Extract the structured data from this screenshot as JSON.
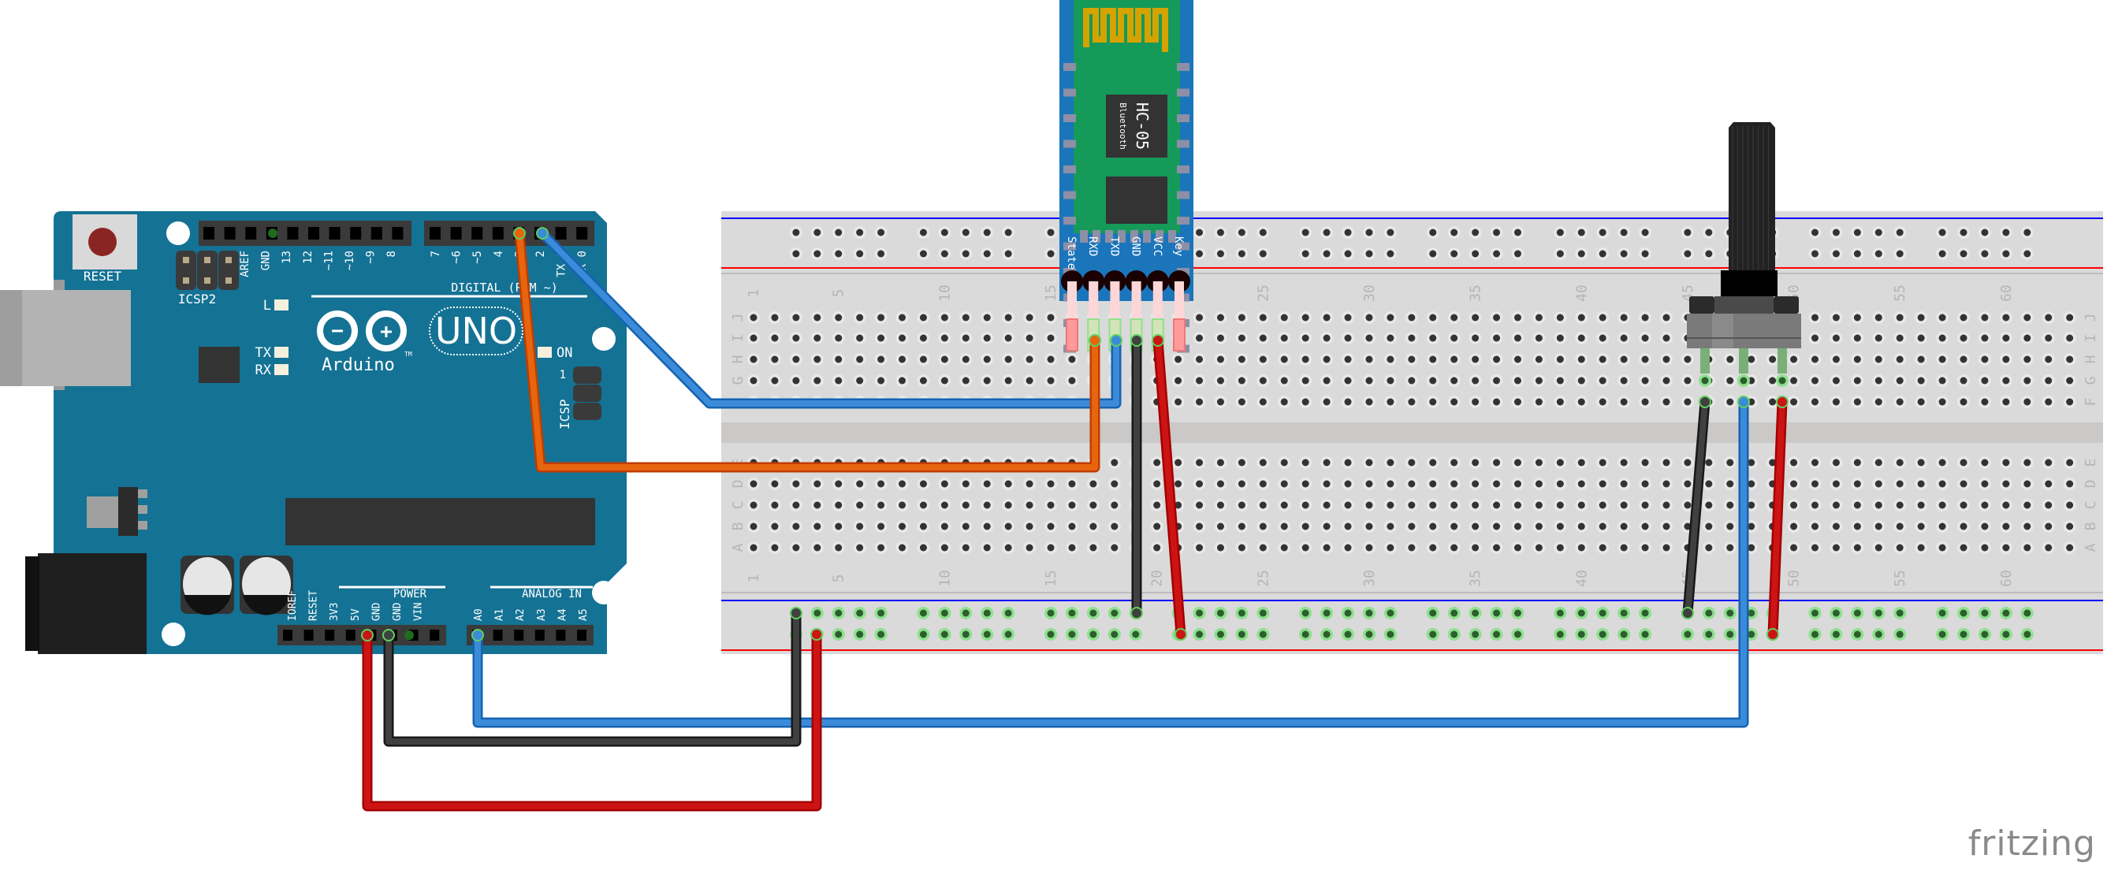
{
  "app": {
    "watermark": "fritzing"
  },
  "arduino": {
    "model_label": "UNO",
    "brand_label": "Arduino",
    "tm": "TM",
    "reset_label": "RESET",
    "icsp2_label": "ICSP2",
    "icsp_label": "ICSP",
    "icsp_pin1": "1",
    "led_labels": {
      "l": "L",
      "tx": "TX",
      "rx": "RX",
      "on": "ON"
    },
    "digital_label": "DIGITAL (PWM ~)",
    "power_label": "POWER",
    "analog_label": "ANALOG IN",
    "digital_pins_left": [
      "AREF",
      "GND",
      "13",
      "12",
      "~11",
      "~10",
      "~9",
      "8"
    ],
    "digital_pins_right": [
      "7",
      "~6",
      "~5",
      "4",
      "~3",
      "2",
      "TX 1",
      "RX 0"
    ],
    "power_pins": [
      "IOREF",
      "RESET",
      "3V3",
      "5V",
      "GND",
      "GND",
      "VIN"
    ],
    "analog_pins": [
      "A0",
      "A1",
      "A2",
      "A3",
      "A4",
      "A5"
    ],
    "colors": {
      "board": "#147294",
      "header": "#3a3a3a",
      "reset_button": "#8b2524"
    }
  },
  "bluetooth_module": {
    "title": "HC-05",
    "subtitle": "Bluetooth",
    "pins": [
      "State",
      "RXD",
      "TXD",
      "GND",
      "VCC",
      "Key"
    ],
    "colors": {
      "board": "#1b75bb",
      "pcb": "#159a5a",
      "antenna": "#d4a300"
    }
  },
  "breadboard": {
    "column_labels": [
      "1",
      "5",
      "10",
      "15",
      "20",
      "25",
      "30",
      "35",
      "40",
      "45",
      "50",
      "55",
      "60"
    ],
    "top_rows": [
      "J",
      "I",
      "H",
      "G",
      "F"
    ],
    "bottom_rows": [
      "E",
      "D",
      "C",
      "B",
      "A"
    ],
    "columns": 63,
    "colors": {
      "body": "#dadada",
      "rail_negative": "#0000ff",
      "rail_positive": "#ff0000"
    }
  },
  "potentiometer": {
    "label": "Rotary Potentiometer"
  },
  "wires": [
    {
      "name": "wire-d2-to-txd",
      "color": "#3c8bd9",
      "from": "Arduino D2",
      "to": "HC-05 TXD"
    },
    {
      "name": "wire-d3-to-rxd",
      "color": "#e8650f",
      "from": "Arduino D3",
      "to": "HC-05 RXD"
    },
    {
      "name": "wire-hc05-gnd",
      "color": "#404040",
      "from": "HC-05 GND",
      "to": "Rail GND"
    },
    {
      "name": "wire-hc05-vcc",
      "color": "#cc1414",
      "from": "HC-05 VCC",
      "to": "Rail 5V"
    },
    {
      "name": "wire-pot-gnd",
      "color": "#404040",
      "from": "Pot pin 1",
      "to": "Rail GND"
    },
    {
      "name": "wire-pot-wiper",
      "color": "#3c8bd9",
      "from": "Pot wiper",
      "to": "Arduino A0"
    },
    {
      "name": "wire-pot-vcc",
      "color": "#cc1414",
      "from": "Pot pin 3",
      "to": "Rail 5V"
    },
    {
      "name": "wire-5v-to-rail",
      "color": "#cc1414",
      "from": "Arduino 5V",
      "to": "Rail 5V"
    },
    {
      "name": "wire-gnd-to-rail",
      "color": "#404040",
      "from": "Arduino GND",
      "to": "Rail GND"
    }
  ]
}
